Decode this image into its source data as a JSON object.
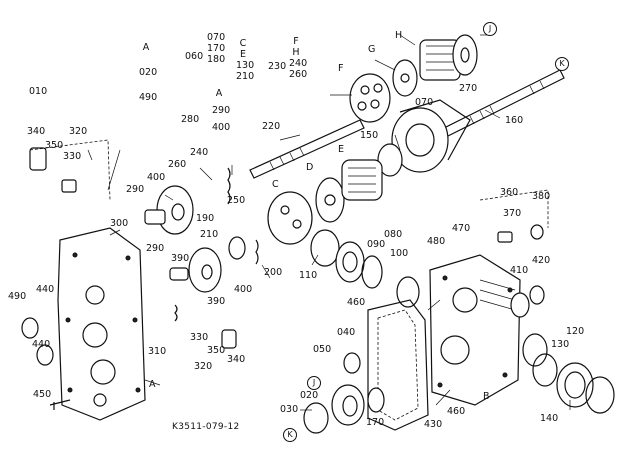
{
  "diagram_code": "K3511-079-12",
  "part_numbers": [
    "010",
    "020",
    "030",
    "040",
    "050",
    "060",
    "070",
    "080",
    "090",
    "100",
    "110",
    "120",
    "130",
    "140",
    "150",
    "160",
    "170",
    "180",
    "190",
    "200",
    "210",
    "220",
    "230",
    "240",
    "250",
    "260",
    "270",
    "280",
    "290",
    "300",
    "310",
    "320",
    "330",
    "340",
    "350",
    "360",
    "370",
    "380",
    "390",
    "400",
    "410",
    "420",
    "430",
    "440",
    "450",
    "460",
    "470",
    "480",
    "490"
  ],
  "group_labels": {
    "g010": [
      "A",
      "020",
      "490"
    ],
    "g060": [
      "070",
      "170",
      "180"
    ],
    "g060b": [
      "C",
      "E",
      "130",
      "210"
    ],
    "g280": [
      "A",
      "290",
      "400"
    ],
    "g230": [
      "F",
      "H",
      "240",
      "260"
    ]
  },
  "ref_letters": [
    "A",
    "B",
    "C",
    "D",
    "E",
    "F",
    "G",
    "H",
    "J",
    "K"
  ]
}
